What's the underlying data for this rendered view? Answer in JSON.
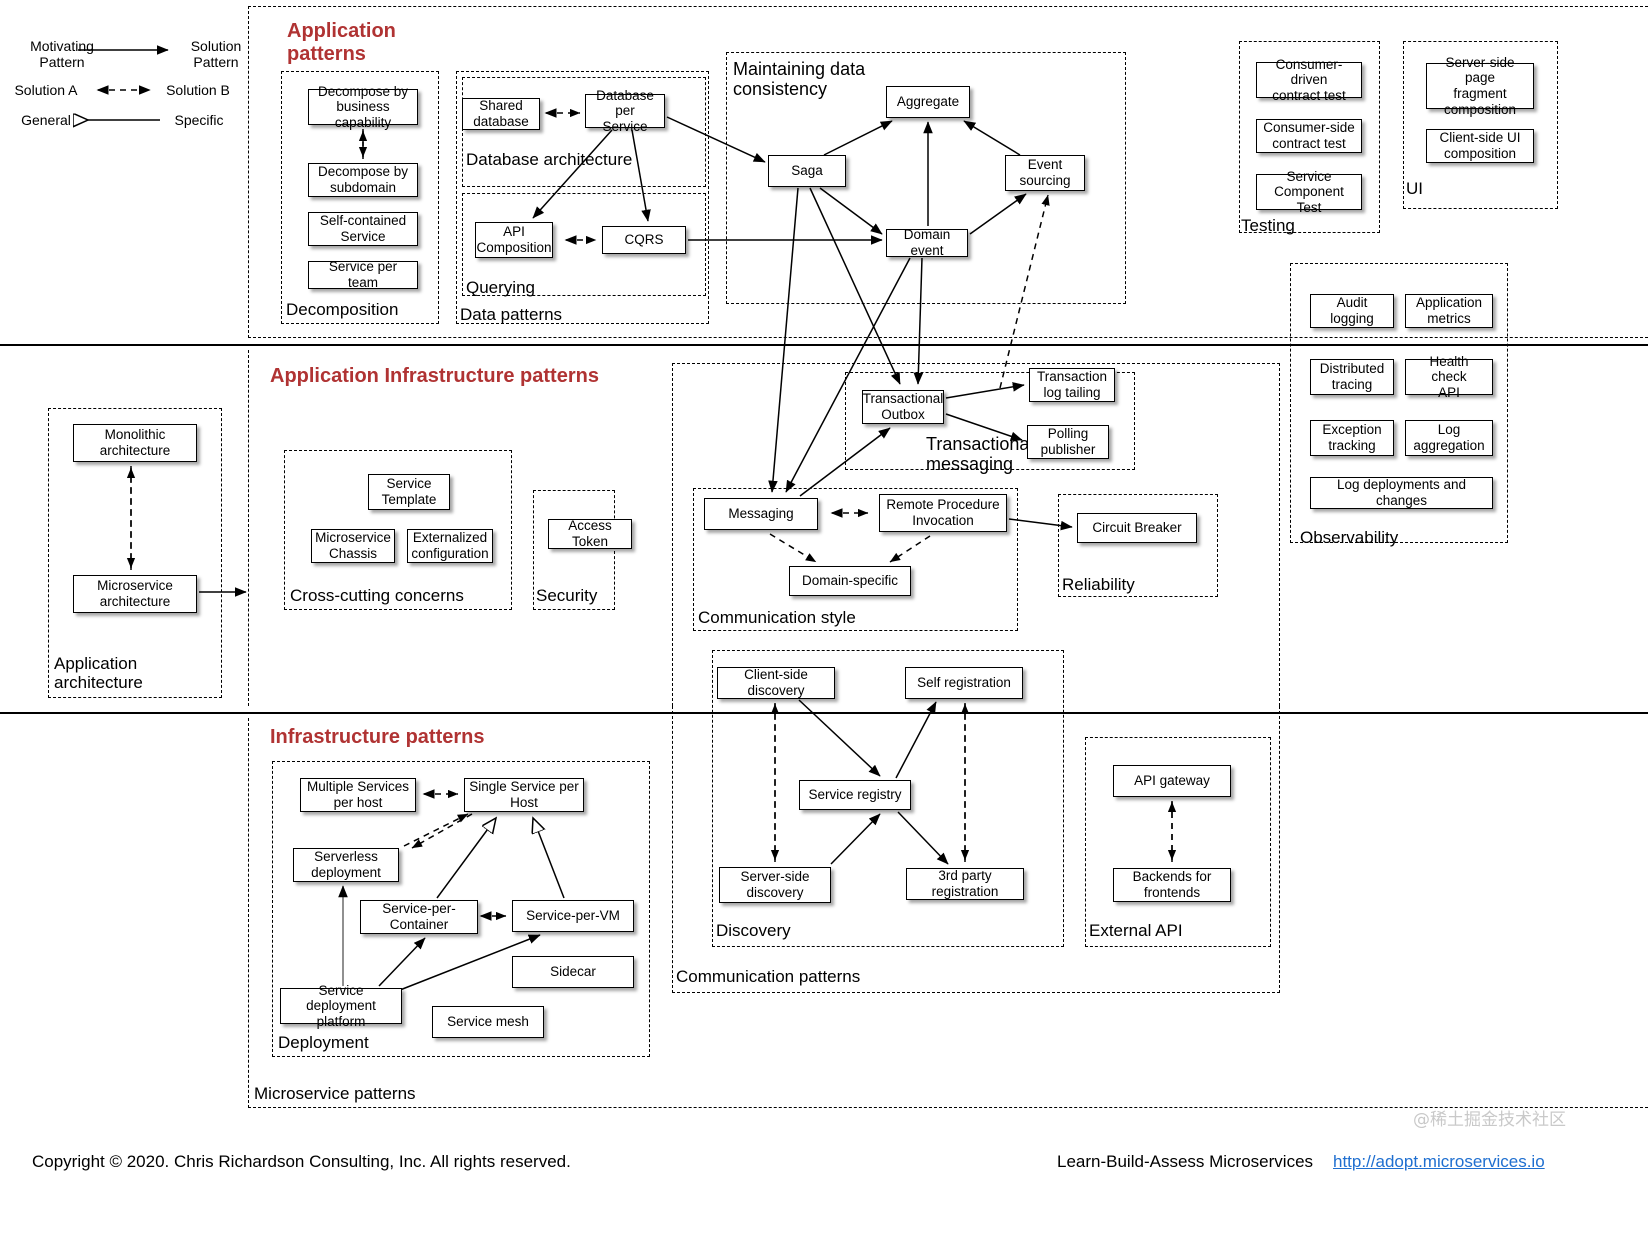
{
  "legend": {
    "rows": [
      {
        "from": "Motivating\nPattern",
        "to": "Solution\nPattern",
        "style": "solid-arrow"
      },
      {
        "from": "Solution A",
        "to": "Solution B",
        "style": "dashed-bidir"
      },
      {
        "from": "General",
        "to": "Specific",
        "style": "hollow-arrow"
      }
    ]
  },
  "bands": [
    {
      "id": "application",
      "title": "Application\npatterns"
    },
    {
      "id": "app-infra",
      "title": "Application Infrastructure patterns"
    },
    {
      "id": "infra",
      "title": "Infrastructure patterns"
    }
  ],
  "groups": [
    {
      "id": "decomposition",
      "label": "Decomposition"
    },
    {
      "id": "database-architecture",
      "label": "Database architecture"
    },
    {
      "id": "querying",
      "label": "Querying"
    },
    {
      "id": "data-patterns",
      "label": "Data patterns"
    },
    {
      "id": "maintaining-data-consistency",
      "label": "Maintaining data\nconsistency"
    },
    {
      "id": "testing",
      "label": "Testing"
    },
    {
      "id": "ui",
      "label": "UI"
    },
    {
      "id": "observability",
      "label": "Observability"
    },
    {
      "id": "application-architecture",
      "label": "Application\narchitecture"
    },
    {
      "id": "cross-cutting-concerns",
      "label": "Cross-cutting concerns"
    },
    {
      "id": "security",
      "label": "Security"
    },
    {
      "id": "transactional-messaging",
      "label": "Transactional\nmessaging"
    },
    {
      "id": "communication-style",
      "label": "Communication style"
    },
    {
      "id": "reliability",
      "label": "Reliability"
    },
    {
      "id": "discovery",
      "label": "Discovery"
    },
    {
      "id": "communication-patterns",
      "label": "Communication patterns"
    },
    {
      "id": "external-api",
      "label": "External API"
    },
    {
      "id": "deployment",
      "label": "Deployment"
    },
    {
      "id": "microservice-patterns",
      "label": "Microservice patterns"
    }
  ],
  "patterns": {
    "decompose_business_capability": "Decompose by\nbusiness capability",
    "decompose_subdomain": "Decompose by\nsubdomain",
    "self_contained_service": "Self-contained\nService",
    "service_per_team": "Service per team",
    "shared_database": "Shared\ndatabase",
    "database_per_service": "Database per\nService",
    "api_composition": "API\nComposition",
    "cqrs": "CQRS",
    "aggregate": "Aggregate",
    "saga": "Saga",
    "event_sourcing": "Event\nsourcing",
    "domain_event": "Domain event",
    "consumer_driven_contract_test": "Consumer-driven\ncontract test",
    "consumer_side_contract_test": "Consumer-side\ncontract test",
    "service_component_test": "Service\nComponent Test",
    "server_side_page_fragment_composition": "Server-side page\nfragment\ncomposition",
    "client_side_ui_composition": "Client-side  UI\ncomposition",
    "audit_logging": "Audit logging",
    "application_metrics": "Application\nmetrics",
    "distributed_tracing": "Distributed\ntracing",
    "health_check_api": "Health check\nAPI",
    "exception_tracking": "Exception\ntracking",
    "log_aggregation": "Log\naggregation",
    "log_deployments_and_changes": "Log deployments and changes",
    "monolithic_architecture": "Monolithic\narchitecture",
    "microservice_architecture": "Microservice\narchitecture",
    "service_template": "Service\nTemplate",
    "microservice_chassis": "Microservice\nChassis",
    "externalized_configuration": "Externalized\nconfiguration",
    "access_token": "Access Token",
    "transactional_outbox": "Transactional\nOutbox",
    "transaction_log_tailing": "Transaction\nlog tailing",
    "polling_publisher": "Polling\npublisher",
    "messaging": "Messaging",
    "remote_procedure_invocation": "Remote Procedure\nInvocation",
    "domain_specific": "Domain-specific",
    "circuit_breaker": "Circuit Breaker",
    "client_side_discovery": "Client-side discovery",
    "self_registration": "Self registration",
    "service_registry": "Service registry",
    "server_side_discovery": "Server-side\ndiscovery",
    "third_party_registration": "3rd party registration",
    "api_gateway": "API gateway",
    "backends_for_frontends": "Backends for\nfrontends",
    "multiple_services_per_host": "Multiple Services\nper host",
    "single_service_per_host": "Single Service per\nHost",
    "serverless_deployment": "Serverless\ndeployment",
    "service_per_container": "Service-per-\nContainer",
    "service_per_vm": "Service-per-VM",
    "sidecar": "Sidecar",
    "service_deployment_platform": "Service deployment\nplatform",
    "service_mesh": "Service mesh"
  },
  "footer": {
    "copyright": "Copyright © 2020. Chris Richardson Consulting, Inc. All rights reserved.",
    "tagline": "Learn-Build-Assess Microservices",
    "link": "http://adopt.microservices.io",
    "watermark": "@稀土掘金技术社区"
  },
  "colors": {
    "section_heading": "#b03333",
    "link": "#1f6fd0",
    "box_border": "#000000",
    "background": "#ffffff"
  }
}
